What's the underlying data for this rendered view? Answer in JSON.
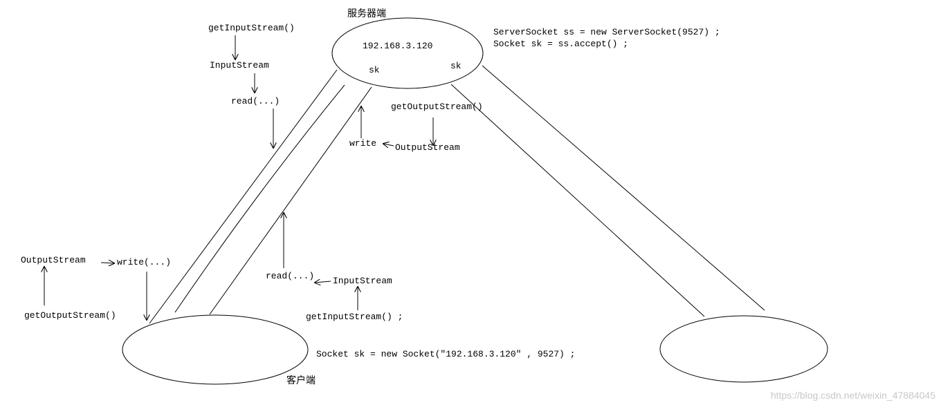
{
  "server": {
    "title": "服务器端",
    "ip": "192.168.3.120",
    "sk_left": "sk",
    "sk_right": "sk",
    "code_line1": "ServerSocket ss = new ServerSocket(9527) ;",
    "code_line2": "Socket sk = ss.accept() ;"
  },
  "server_read_flow": {
    "get_input_stream": "getInputStream()",
    "input_stream": "InputStream",
    "read": "read(...)"
  },
  "server_write_flow": {
    "get_output_stream": "getOutputStream()",
    "output_stream": "OutputStream",
    "write": "write"
  },
  "client": {
    "title": "客户端",
    "code": "Socket sk = new Socket(\"192.168.3.120\" , 9527) ;"
  },
  "client_write_flow": {
    "output_stream": "OutputStream",
    "write": "write(...)",
    "get_output_stream": "getOutputStream()"
  },
  "client_read_flow": {
    "read": "read(...)",
    "input_stream": "InputStream",
    "get_input_stream": "getInputStream() ;"
  },
  "watermark": "https://blog.csdn.net/weixin_47884045"
}
